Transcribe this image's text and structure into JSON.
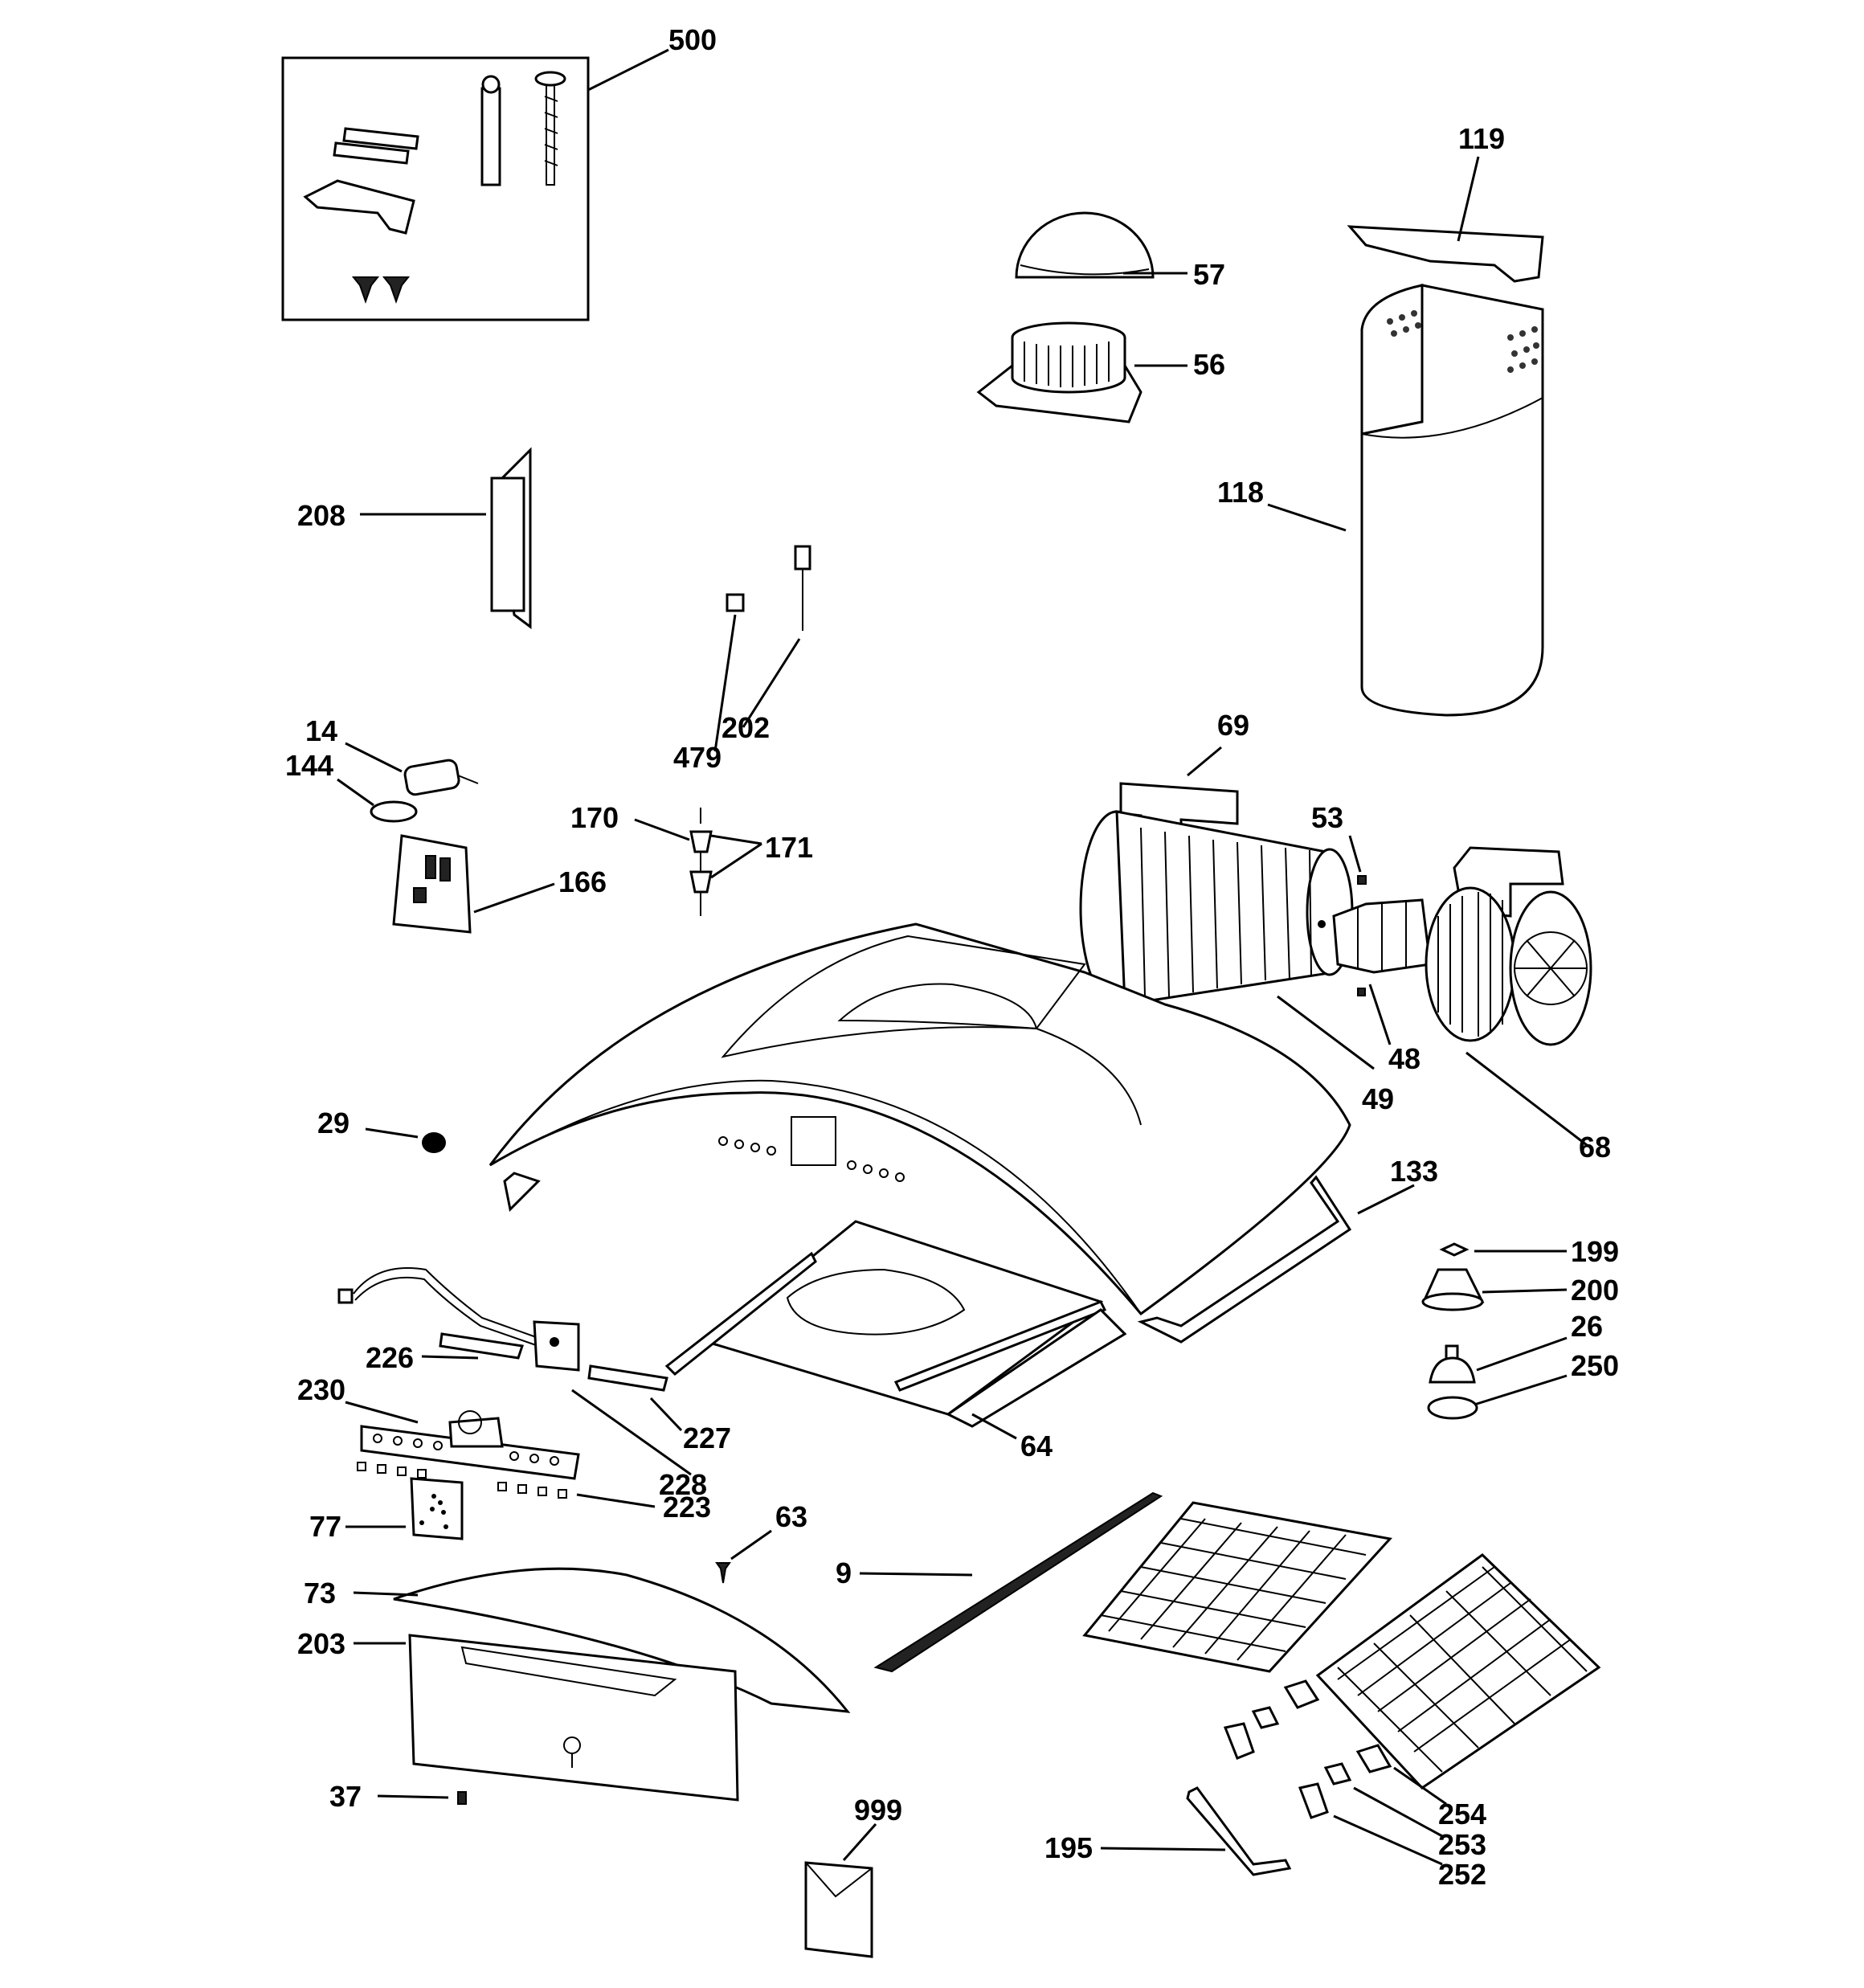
{
  "labels": {
    "l500": "500",
    "l119": "119",
    "l57": "57",
    "l56": "56",
    "l118": "118",
    "l208": "208",
    "l202": "202",
    "l479": "479",
    "l14": "14",
    "l144": "144",
    "l170": "170",
    "l171": "171",
    "l166": "166",
    "l69": "69",
    "l53": "53",
    "l48": "48",
    "l49": "49",
    "l68": "68",
    "l29": "29",
    "l133": "133",
    "l199": "199",
    "l200": "200",
    "l26": "26",
    "l250": "250",
    "l226": "226",
    "l230": "230",
    "l227": "227",
    "l228": "228",
    "l64": "64",
    "l223": "223",
    "l77": "77",
    "l63": "63",
    "l9": "9",
    "l73": "73",
    "l203": "203",
    "l37": "37",
    "l999": "999",
    "l254": "254",
    "l253": "253",
    "l252": "252",
    "l195": "195"
  }
}
